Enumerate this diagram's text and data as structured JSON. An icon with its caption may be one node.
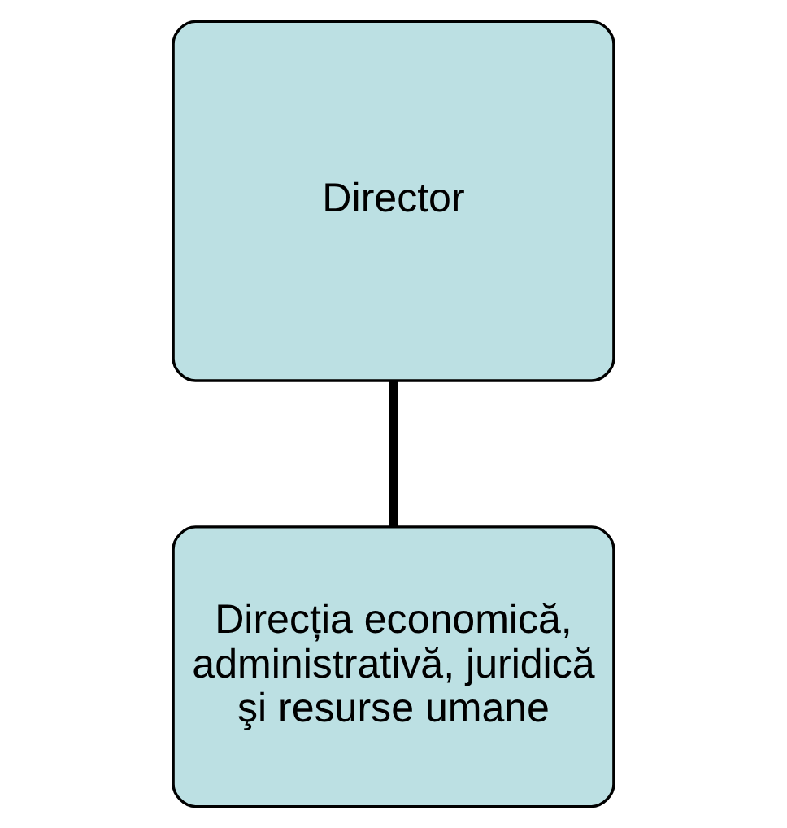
{
  "diagram": {
    "nodes": [
      {
        "text": [
          "Director"
        ]
      },
      {
        "text": [
          "Direcția economică, administrativă, juridică şi resurse umane"
        ]
      }
    ],
    "edges": [
      {
        "from": 0,
        "to": 1,
        "arrow": "none"
      }
    ]
  }
}
